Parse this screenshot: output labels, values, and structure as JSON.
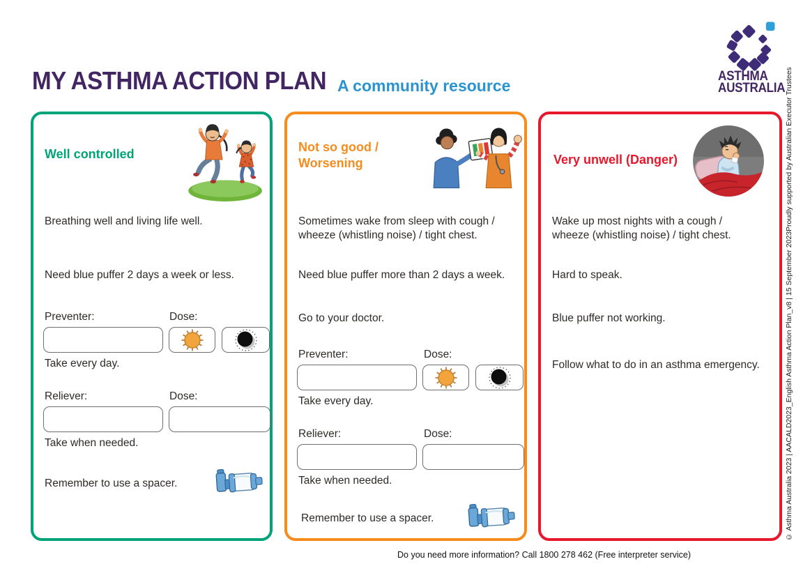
{
  "header": {
    "title": "MY ASTHMA ACTION PLAN",
    "subtitle": "A community resource",
    "logo_line1": "ASTHMA",
    "logo_line2": "AUSTRALIA"
  },
  "colors": {
    "green": "#00A478",
    "orange": "#F68B1E",
    "red": "#E8182C",
    "purple": "#422663",
    "blue": "#2B94CF"
  },
  "icons": {
    "day": "sun-icon",
    "night": "moon-icon",
    "spacer": "spacer-device-icon"
  },
  "panels": {
    "well_controlled": {
      "title": "Well controlled",
      "statement1": "Breathing well and living life well.",
      "statement2": "Need blue puffer 2 days a week or less.",
      "preventer_label": "Preventer:",
      "preventer_dose_label": "Dose:",
      "preventer_value": "",
      "preventer_note": "Take every day.",
      "reliever_label": "Reliever:",
      "reliever_dose_label": "Dose:",
      "reliever_value": "",
      "reliever_dose_value": "",
      "reliever_note": "Take when needed.",
      "spacer_note": "Remember to use a spacer."
    },
    "worsening": {
      "title_line1": "Not so good /",
      "title_line2": "Worsening",
      "statement1": "Sometimes wake from sleep with cough / wheeze (whistling noise) / tight chest.",
      "statement2": "Need blue puffer more than 2 days a week.",
      "statement3": "Go to your doctor.",
      "preventer_label": "Preventer:",
      "preventer_dose_label": "Dose:",
      "preventer_value": "",
      "preventer_note": "Take every day.",
      "reliever_label": "Reliever:",
      "reliever_dose_label": "Dose:",
      "reliever_value": "",
      "reliever_dose_value": "",
      "reliever_note": "Take when needed.",
      "spacer_note": "Remember to use a spacer."
    },
    "danger": {
      "title": "Very unwell (Danger)",
      "statement1": "Wake up most nights with a cough / wheeze (whistling noise) / tight chest.",
      "statement2": "Hard to speak.",
      "statement3": "Blue puffer not working.",
      "statement4": "Follow what to do in an asthma emergency."
    }
  },
  "footer": {
    "info_line": "Do you need more information? Call 1800 278 462 (Free interpreter service)"
  },
  "side_note": {
    "copyright": "© Asthma Australia 2023  |  AACALD2023_English Asthma Action Plan_v8  |  15 September 2023",
    "supported": "Proudly supported by Australian Executor Trustees"
  }
}
